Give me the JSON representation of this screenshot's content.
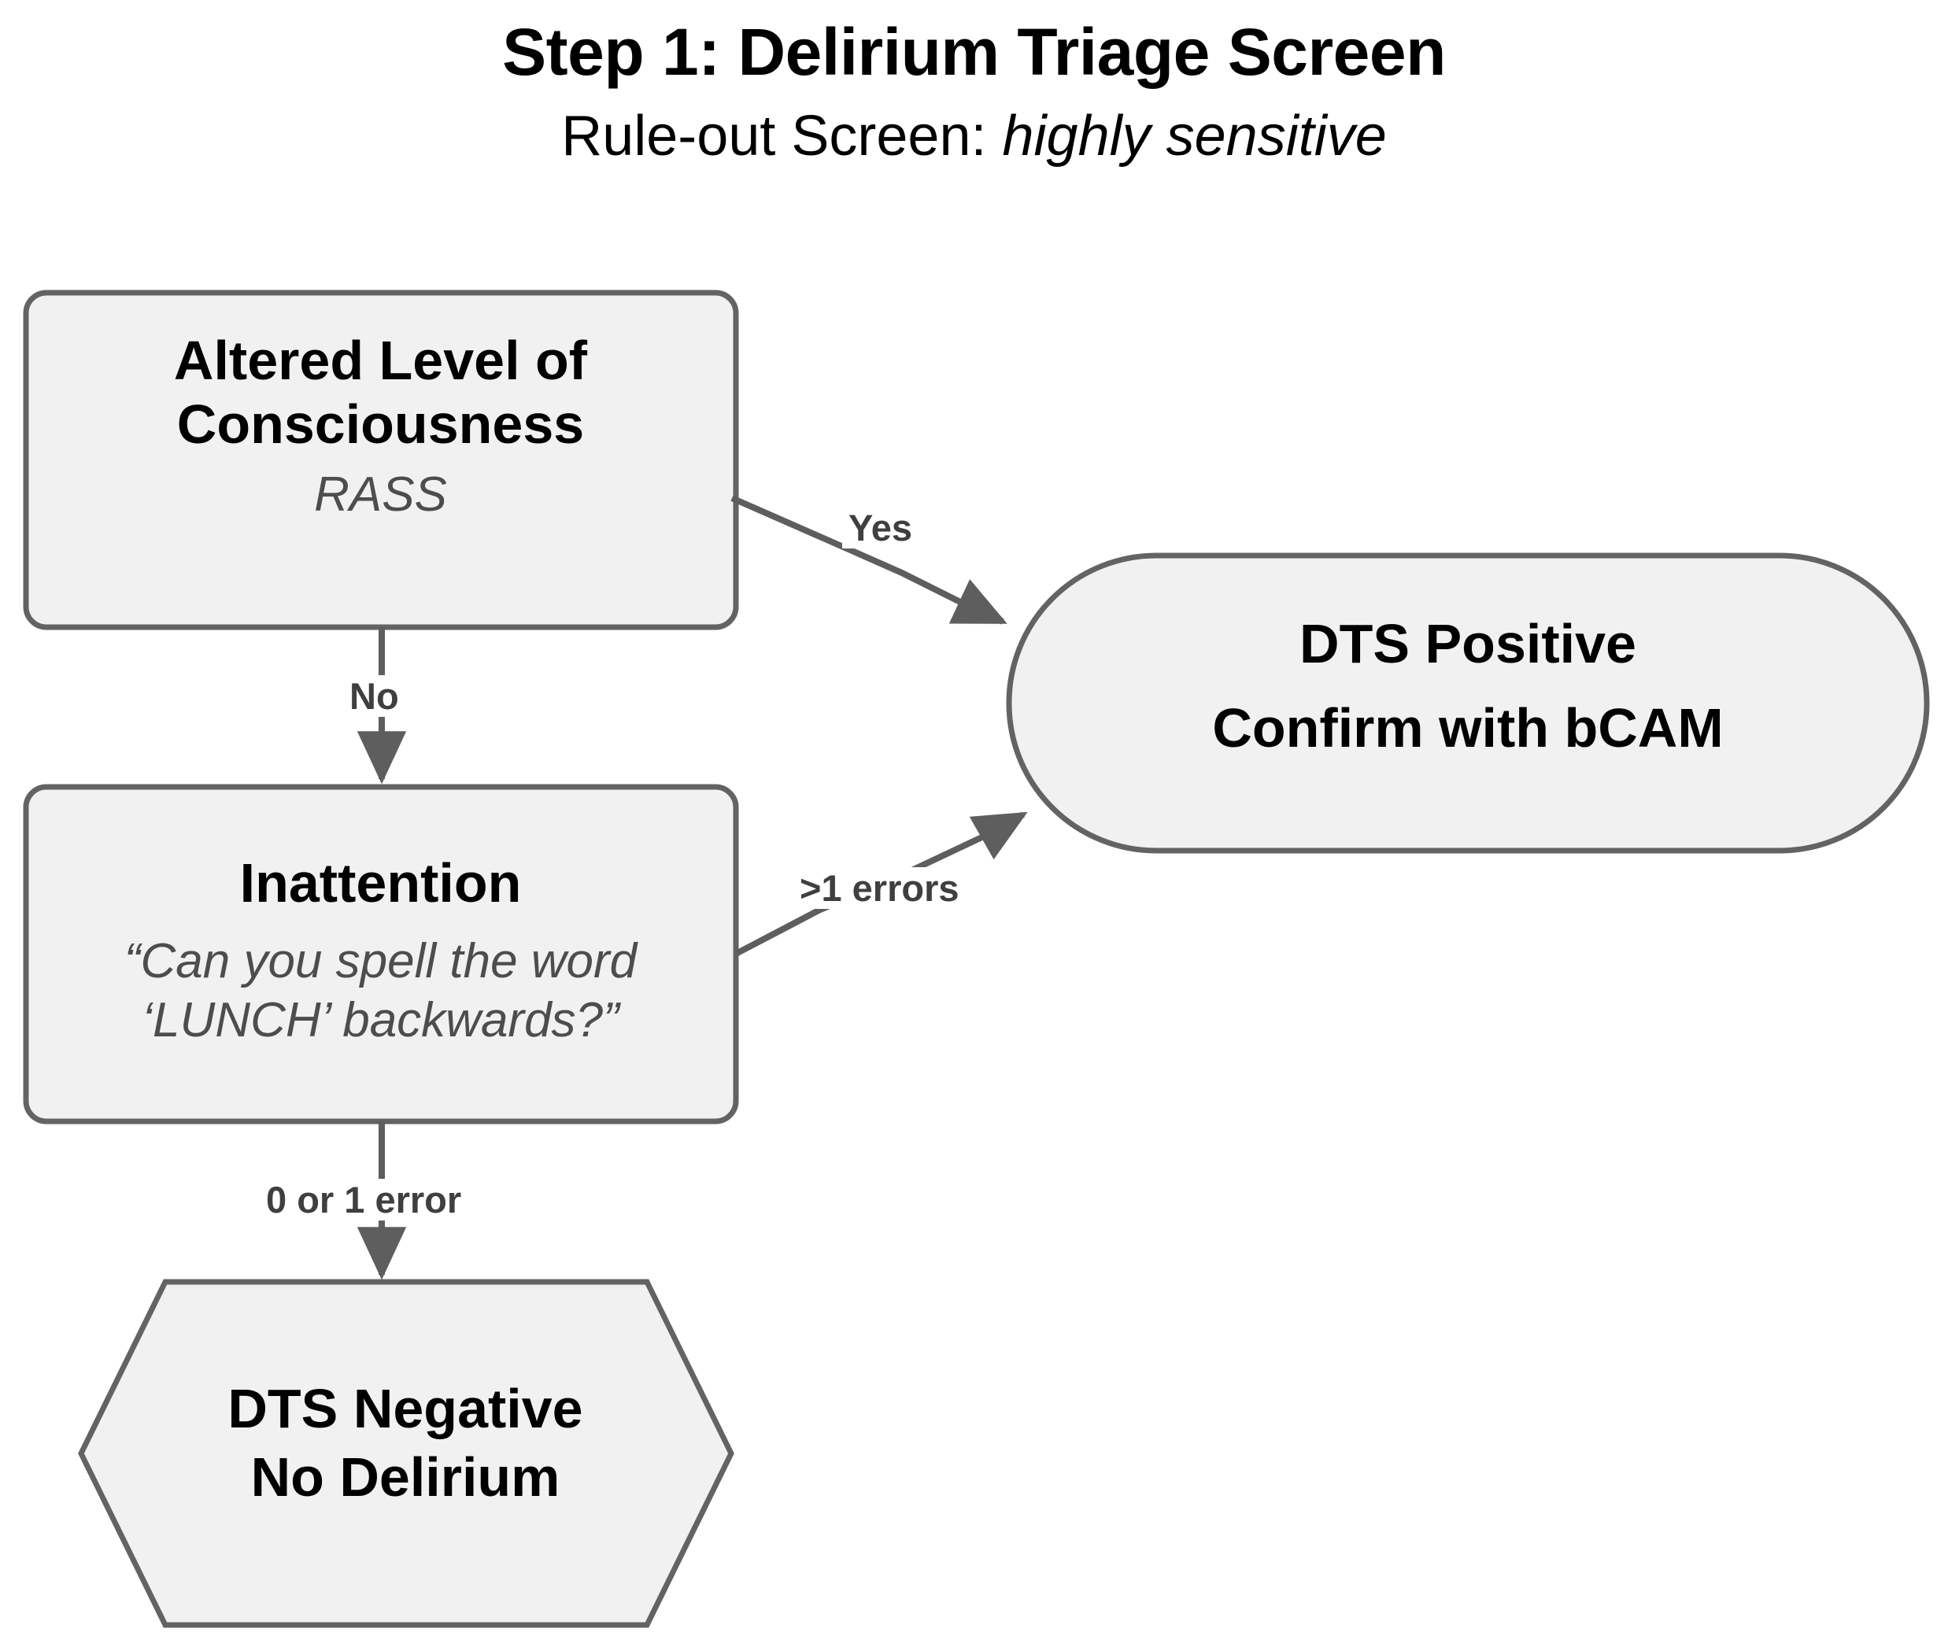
{
  "heading": {
    "title": "Step 1: Delirium Triage Screen",
    "subtitle_prefix": "Rule-out Screen: ",
    "subtitle_emphasis": "highly sensitive"
  },
  "colors": {
    "node_fill": "#f1f1f1",
    "node_stroke": "#636363",
    "connector": "#5e5e5e",
    "title_text": "#000000",
    "muted_text": "#4d4d4d",
    "label_text": "#3f3f3f",
    "background": "#ffffff"
  },
  "nodes": [
    {
      "id": "altered-level-of-consciousness",
      "shape": "rounded-rect",
      "title": "Altered Level of",
      "title_line2": "Consciousness",
      "subtitle": "RASS"
    },
    {
      "id": "inattention",
      "shape": "rounded-rect",
      "title": "Inattention",
      "subtitle_line1": "“Can you spell the word",
      "subtitle_line2": "‘LUNCH’ backwards?”"
    },
    {
      "id": "dts-positive",
      "shape": "stadium",
      "line1": "DTS Positive",
      "line2": "Confirm with bCAM"
    },
    {
      "id": "dts-negative",
      "shape": "hexagon",
      "line1": "DTS Negative",
      "line2": "No Delirium"
    }
  ],
  "edges": [
    {
      "from": "altered-level-of-consciousness",
      "to": "dts-positive",
      "label": "Yes"
    },
    {
      "from": "altered-level-of-consciousness",
      "to": "inattention",
      "label": "No"
    },
    {
      "from": "inattention",
      "to": "dts-positive",
      "label": ">1 errors"
    },
    {
      "from": "inattention",
      "to": "dts-negative",
      "label": "0 or 1 error"
    }
  ]
}
